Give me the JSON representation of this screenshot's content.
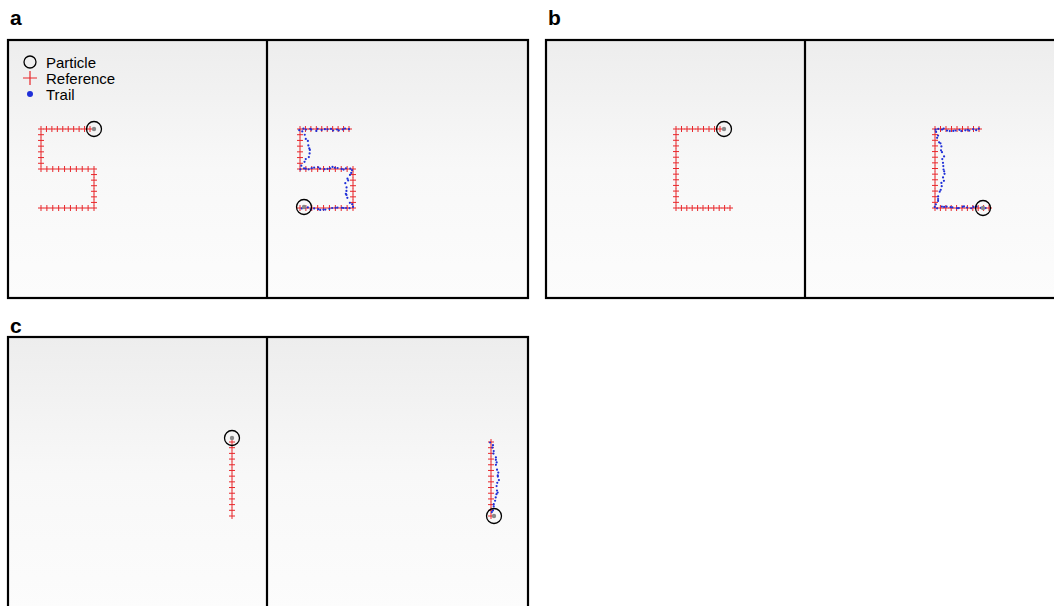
{
  "diagram": {
    "labels": [
      "a",
      "b",
      "c"
    ],
    "legend": [
      {
        "text": "Particle"
      },
      {
        "text": "Reference"
      },
      {
        "text": "Trail"
      }
    ]
  }
}
